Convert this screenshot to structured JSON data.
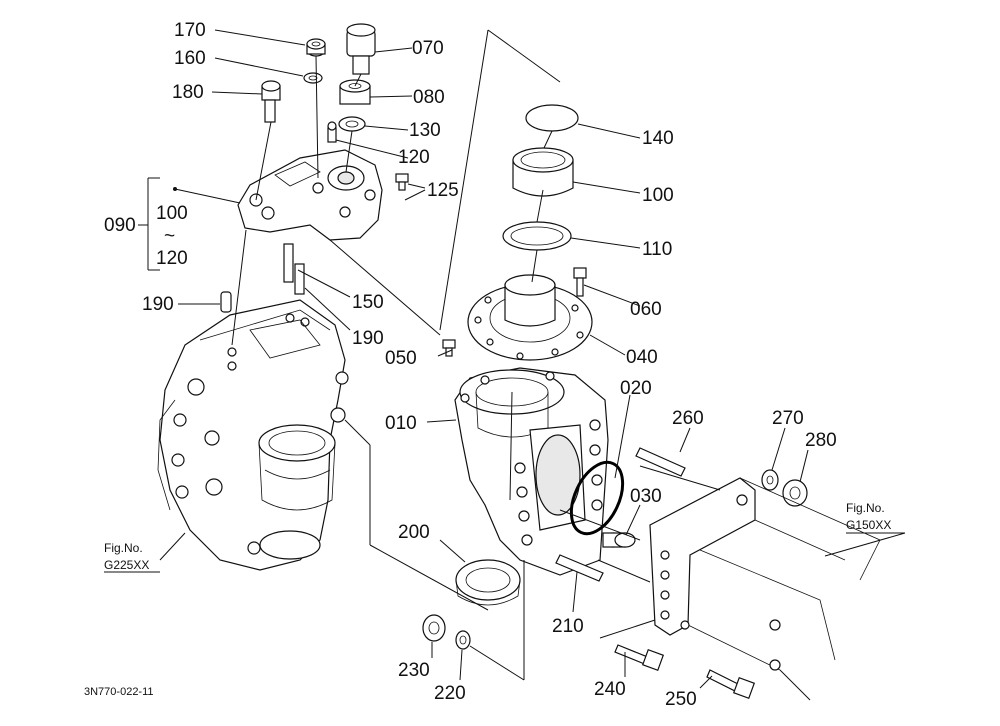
{
  "callouts": {
    "p170": "170",
    "p160": "160",
    "p180": "180",
    "p070": "070",
    "p080": "080",
    "p130": "130",
    "p120": "120",
    "p125": "125",
    "p090": "090",
    "p100a": "100",
    "tilde": "~",
    "p120b": "120",
    "p190a": "190",
    "p150": "150",
    "p190b": "190",
    "p050": "050",
    "p140": "140",
    "p100": "100",
    "p110": "110",
    "p060": "060",
    "p040": "040",
    "p010": "010",
    "p020": "020",
    "p260": "260",
    "p270": "270",
    "p280": "280",
    "p030": "030",
    "p200": "200",
    "p210": "210",
    "p230": "230",
    "p220": "220",
    "p240": "240",
    "p250": "250"
  },
  "fig_refs": {
    "left_fig": "Fig.No.",
    "left_code": "G225XX",
    "right_fig": "Fig.No.",
    "right_code": "G150XX"
  },
  "drawing_code": "3N770-022-11"
}
